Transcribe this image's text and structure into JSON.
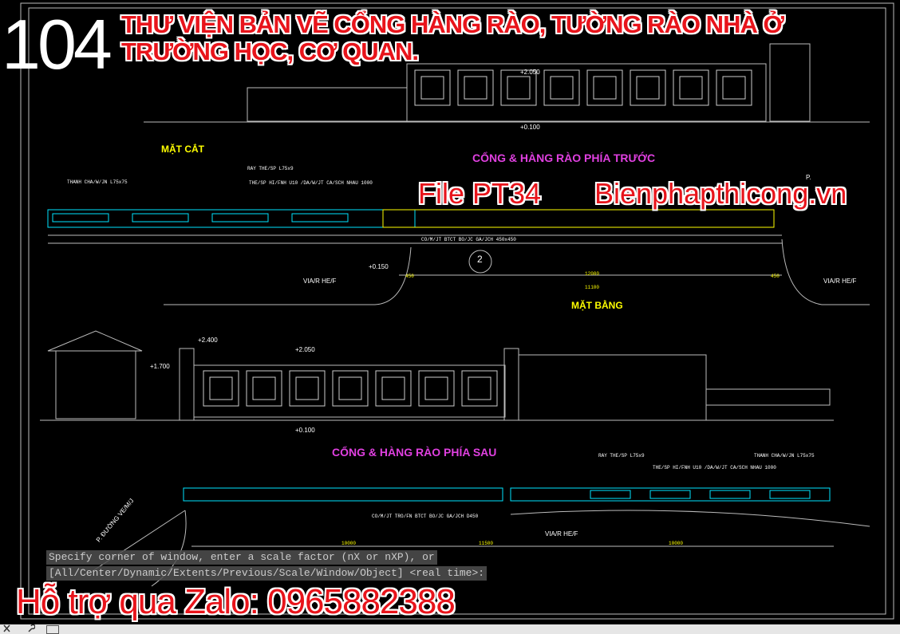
{
  "overlay": {
    "number": "104",
    "headline_line1": "THƯ VIỆN BẢN VẼ CỔNG HÀNG RÀO, TƯỜNG RÀO NHÀ Ở",
    "headline_line2": "TRƯỜNG HỌC, CƠ QUAN.",
    "file_label": "File PT34",
    "site_label": "Bienphapthicong.vn",
    "support": "Hỗ trợ qua Zalo: 0965882388"
  },
  "drawing": {
    "section_title": "MẶT CẮT",
    "front_title": "CỔNG & HÀNG RÀO PHÍA TRƯỚC",
    "plan_title": "MẶT BẰNG",
    "rear_title": "CỔNG & HÀNG RÀO PHÍA SAU",
    "elev_top": "+2.050",
    "elev_base": "+0.100",
    "elev_rear_post": "+2.400",
    "elev_rear_gate": "+2.050",
    "elev_rear_house": "+1.700",
    "elev_rear_base": "+0.100",
    "elev_plan": "+0.150",
    "road_left": "VIA/R HE/F",
    "road_right": "VIA/R HE/F",
    "road_rear": "VIA/R HE/F",
    "gate_road": "P. ĐƯỜNG VE/M/J",
    "plan_note_1": "THANH CHA/W/JN L75x75",
    "plan_note_2": "RAY THE/SP L75x9",
    "plan_note_3": "THE/SP HI/FNH U10 /DA/W/JT CA/SCH NHAU 1000",
    "plan_note_4": "CO/M/JT BTCT BO/JC GA/JCH 450x450",
    "rear_note_1": "RAY THE/SP L75x9",
    "rear_note_2": "THANH CHA/W/JN L75x75",
    "rear_note_3": "THE/SP HI/FNH U10 /DA/W/JT CA/SCH NHAU 1000",
    "rear_note_4": "CO/M/JT TRO/FN BTCT BO/JC GA/JCH D450",
    "detail_marker": "2",
    "dim_12000": "12000",
    "dim_11100": "11100",
    "dim_10000a": "10000",
    "dim_10000b": "10000",
    "dim_11500": "11500",
    "dim_450a": "450",
    "dim_450b": "450",
    "house_label": "P."
  },
  "command_line": {
    "line1": "Specify corner of window, enter a scale factor (nX or nXP), or",
    "line2": "[All/Center/Dynamic/Extents/Previous/Scale/Window/Object] <real time>:"
  },
  "colors": {
    "background": "#000000",
    "cyan": "#00e5ff",
    "yellow": "#ffff00",
    "magenta": "#e040e0",
    "overlay_red": "#e8141b"
  }
}
